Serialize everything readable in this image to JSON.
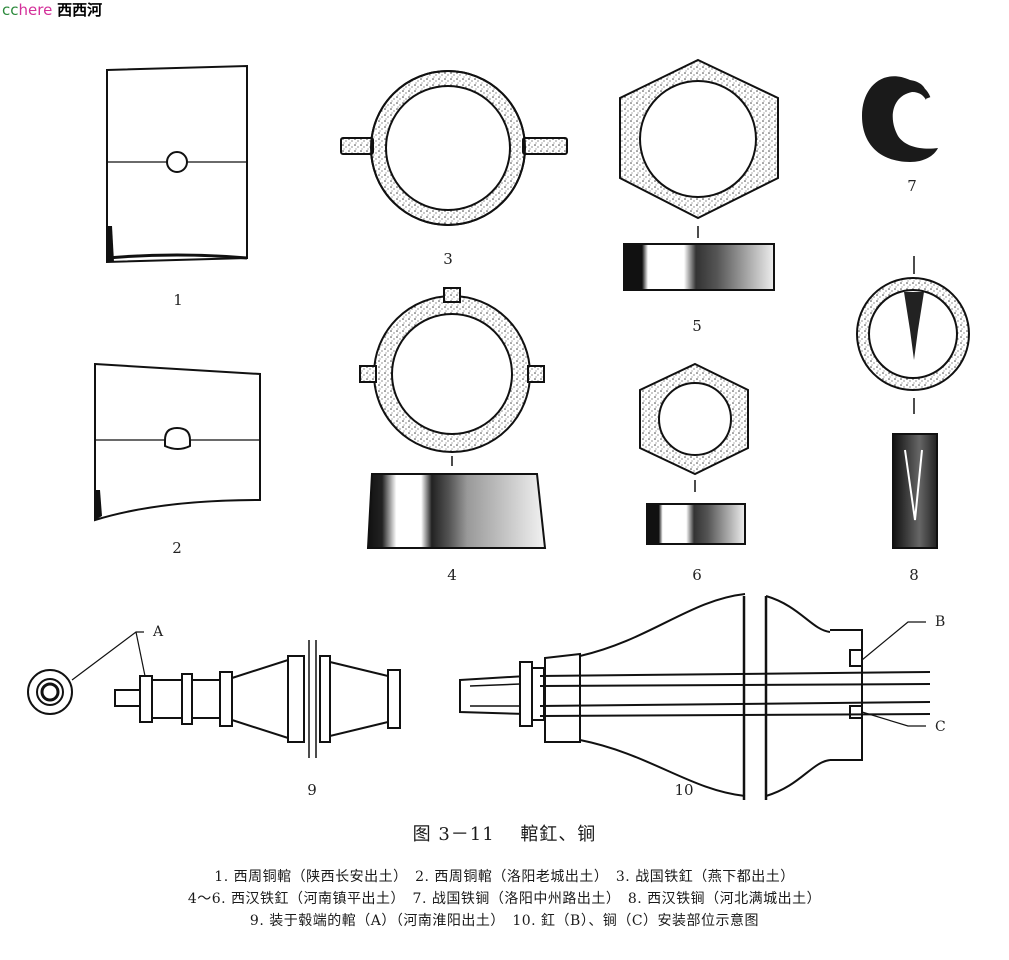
{
  "watermark": {
    "cc": "cc",
    "here": "here",
    "name": "西西河"
  },
  "numbers": {
    "n1": "1",
    "n2": "2",
    "n3": "3",
    "n4": "4",
    "n5": "5",
    "n6": "6",
    "n7": "7",
    "n8": "8",
    "n9": "9",
    "n10": "10"
  },
  "callouts": {
    "a": "A",
    "b": "B",
    "c": "C"
  },
  "caption": {
    "title": "图 3－11　 輨釭、锏"
  },
  "legend": {
    "lines": [
      "1. 西周铜輨（陕西长安出土）　2. 西周铜輨（洛阳老城出土）　3. 战国铁釭（燕下都出土）",
      "4～6. 西汉铁釭（河南镇平出土）　7. 战国铁锏（洛阳中州路出土）　8. 西汉铁锏（河北满城出土）",
      "9. 装于毂端的輨（A）（河南淮阳出土）　10. 釭（B）、锏（C）安装部位示意图"
    ]
  }
}
